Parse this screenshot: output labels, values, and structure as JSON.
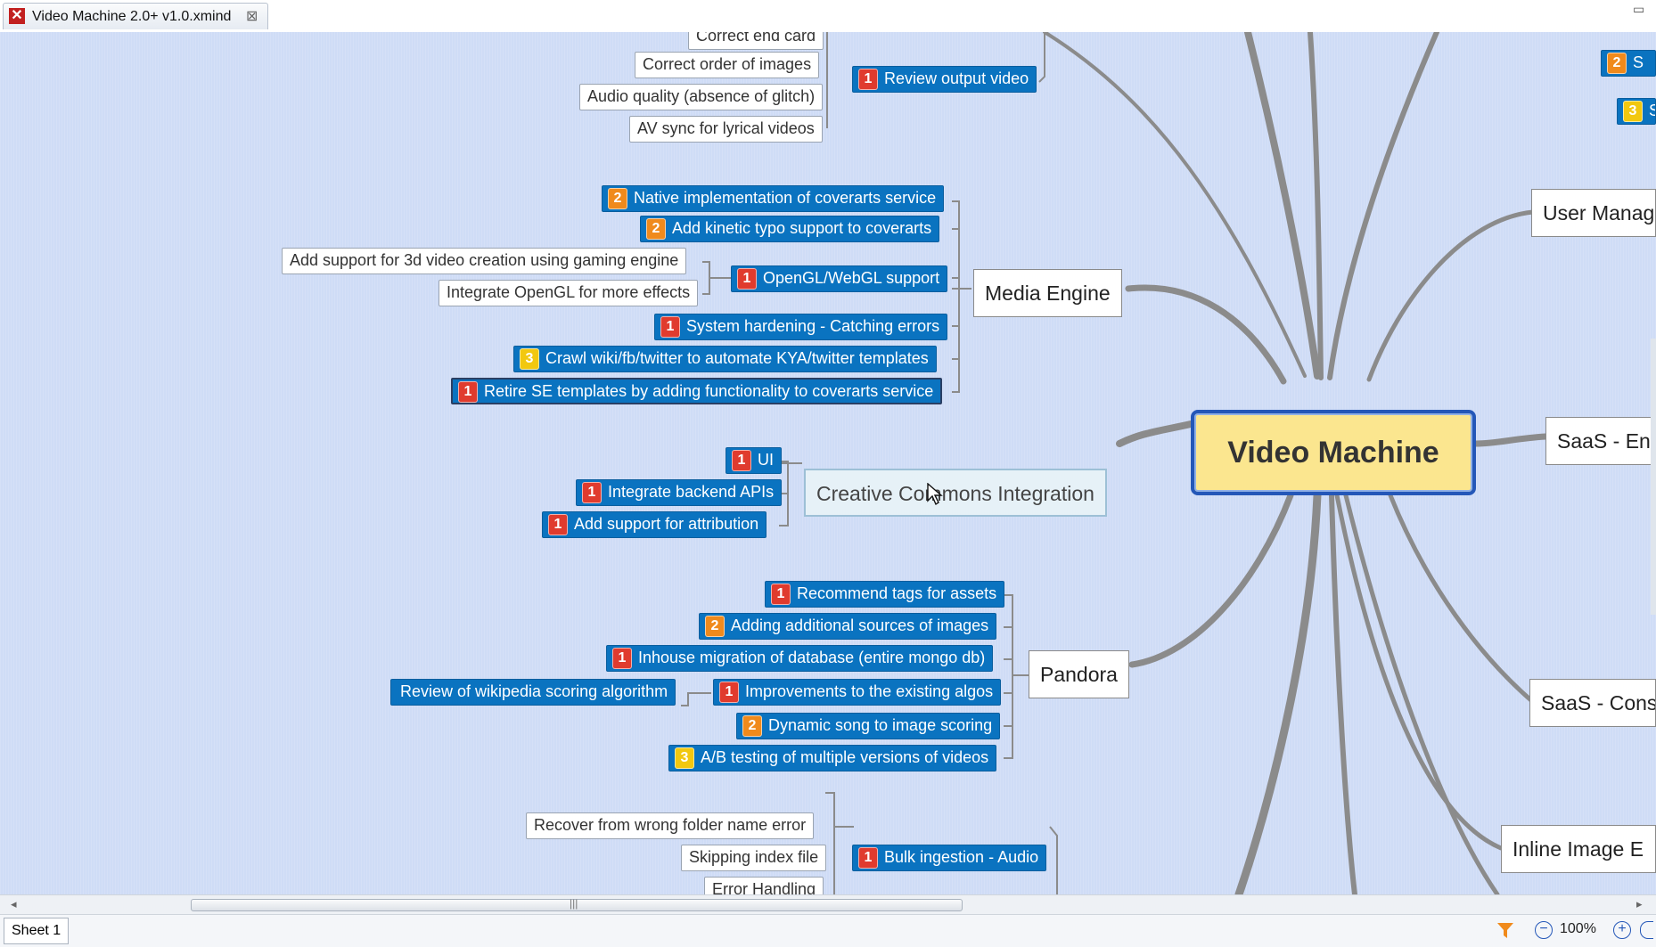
{
  "tab": {
    "title": "Video Machine 2.0+ v1.0.xmind",
    "close_glyph": "⊠",
    "app_glyph": "✕"
  },
  "central": {
    "label": "Video Machine"
  },
  "main_topics": {
    "media_engine": "Media Engine",
    "creative_commons": "Creative Commons Integration",
    "pandora": "Pandora",
    "user_management": "User Manag",
    "saas_ent": "SaaS - Ent",
    "saas_cons": "SaaS - Cons",
    "inline_image": "Inline Image E"
  },
  "review": {
    "label": "Review output video",
    "priority": "1",
    "children": [
      "Correct end card",
      "Correct order of images",
      "Audio quality (absence of glitch)",
      "AV sync for lyrical videos"
    ]
  },
  "media_engine_items": [
    {
      "label": "Native implementation of coverarts service",
      "priority": "2"
    },
    {
      "label": "Add kinetic typo support to coverarts",
      "priority": "2"
    },
    {
      "label": "OpenGL/WebGL support",
      "priority": "1"
    },
    {
      "label": "System hardening - Catching errors",
      "priority": "1"
    },
    {
      "label": "Crawl wiki/fb/twitter to automate KYA/twitter templates",
      "priority": "3"
    },
    {
      "label": "Retire SE templates by adding functionality to coverarts service",
      "priority": "1"
    }
  ],
  "opengl_children": [
    "Add support for 3d video creation using gaming engine",
    "Integrate OpenGL for more effects"
  ],
  "cc_items": [
    {
      "label": "UI",
      "priority": "1"
    },
    {
      "label": "Integrate backend APIs",
      "priority": "1"
    },
    {
      "label": "Add support for attribution",
      "priority": "1"
    }
  ],
  "pandora_items": [
    {
      "label": "Recommend tags for assets",
      "priority": "1"
    },
    {
      "label": "Adding additional sources of images",
      "priority": "2"
    },
    {
      "label": "Inhouse migration of database (entire mongo db)",
      "priority": "1"
    },
    {
      "label": "Improvements to the existing algos",
      "priority": "1"
    },
    {
      "label": "Dynamic song to image scoring",
      "priority": "2"
    },
    {
      "label": "A/B testing of multiple versions of videos",
      "priority": "3"
    }
  ],
  "algos_child": "Review of wikipedia scoring algorithm",
  "bulk": {
    "label": "Bulk ingestion - Audio",
    "priority": "1",
    "children": [
      "Recover from wrong folder name error",
      "Skipping index file",
      "Error Handling"
    ]
  },
  "right_edge": {
    "p2": "2",
    "p3": "3",
    "letter": "S"
  },
  "statusbar": {
    "sheet": "Sheet 1",
    "zoom": "100%",
    "zoom_out": "−",
    "zoom_in": "+"
  },
  "scroll": {
    "left_arrow": "◂",
    "right_arrow": "▸",
    "grip": "|||"
  },
  "colors": {
    "canvas": "#cfdcf6",
    "topic_blue": "#0a73c0",
    "central_fill": "#fbe68f",
    "central_border": "#2457b8",
    "prio1": "#e03b2e",
    "prio2": "#f08a1c",
    "prio3": "#f2c80f"
  }
}
